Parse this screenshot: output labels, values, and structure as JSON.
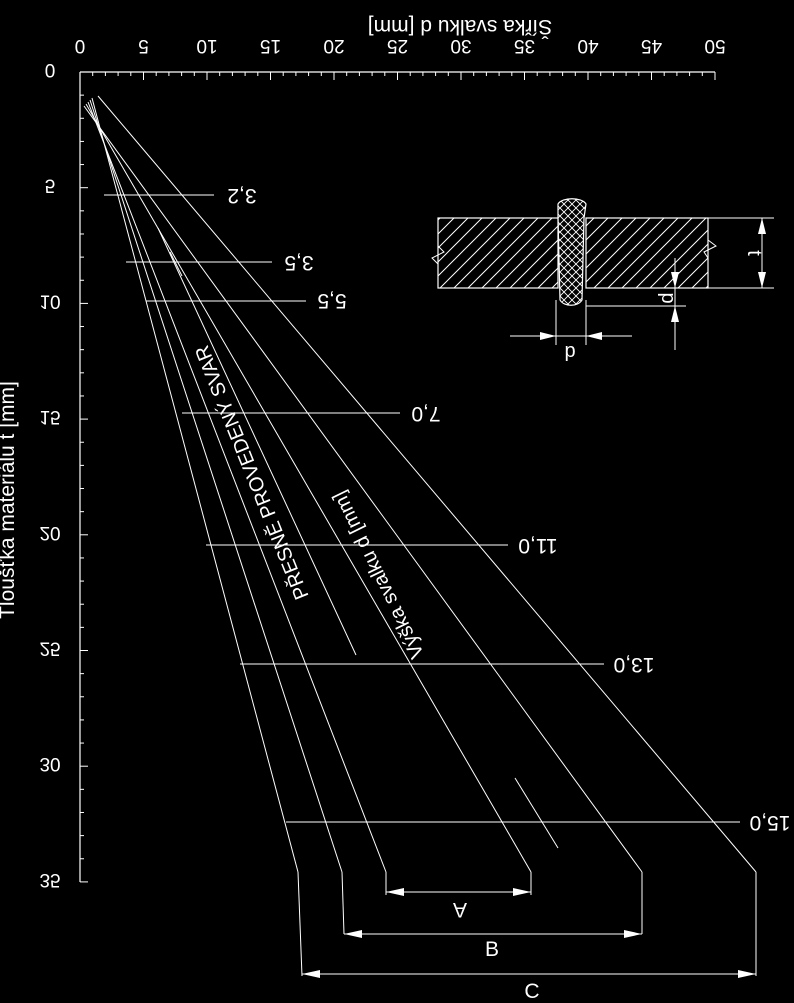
{
  "title": "Šířka svalku d [mm]",
  "y_axis_label": "Tloušťka materiálu t [mm]",
  "x_ticks": [
    "0",
    "5",
    "10",
    "15",
    "20",
    "25",
    "30",
    "35",
    "40",
    "45",
    "50"
  ],
  "y_ticks": [
    "0",
    "5",
    "10",
    "15",
    "20",
    "25",
    "30",
    "35"
  ],
  "line_values": [
    "3,2",
    "3,5",
    "5,5",
    "7,0",
    "11,0",
    "13,0",
    "15,0"
  ],
  "zone_labels": {
    "vyska": "Výška svalku d [mm]",
    "presne": "PŘESNĚ PROVEDENÝ SVAR"
  },
  "dimension_labels": [
    "A",
    "B",
    "C"
  ],
  "detail_labels": {
    "t": "t",
    "p": "p",
    "d": "d"
  },
  "colors": {
    "background": "#000000",
    "lines": "#ffffff"
  }
}
